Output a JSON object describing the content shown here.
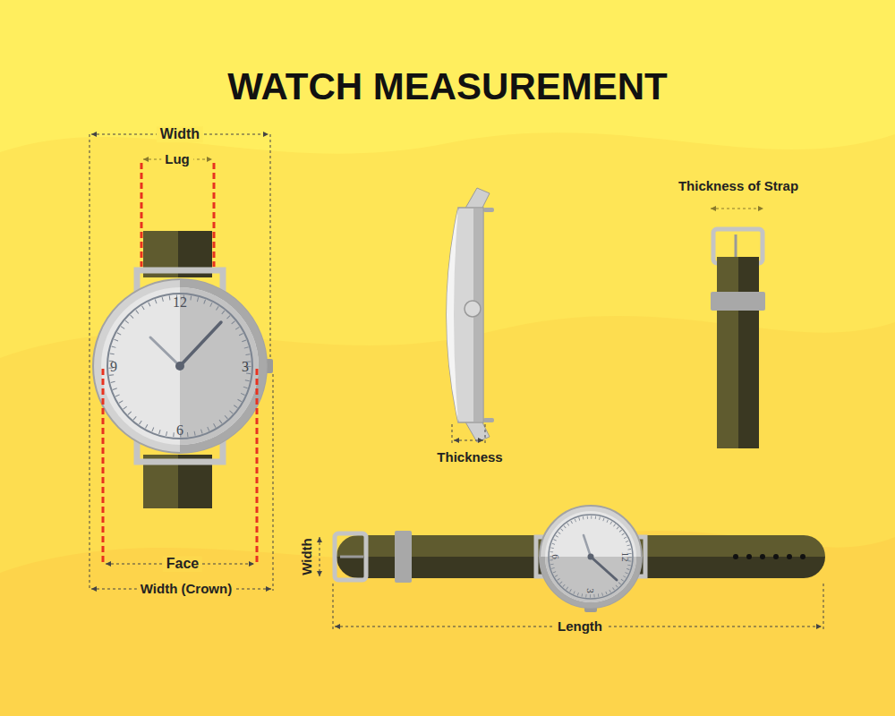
{
  "diagram": {
    "title": "WATCH MEASUREMENT",
    "labels": [
      "Width",
      "Lug",
      "Thickness of Strap",
      "12",
      "9",
      "3",
      "6",
      "Thickness",
      "Width",
      "6",
      "12",
      "3",
      "Face",
      "Width (Crown)",
      "Length"
    ]
  }
}
